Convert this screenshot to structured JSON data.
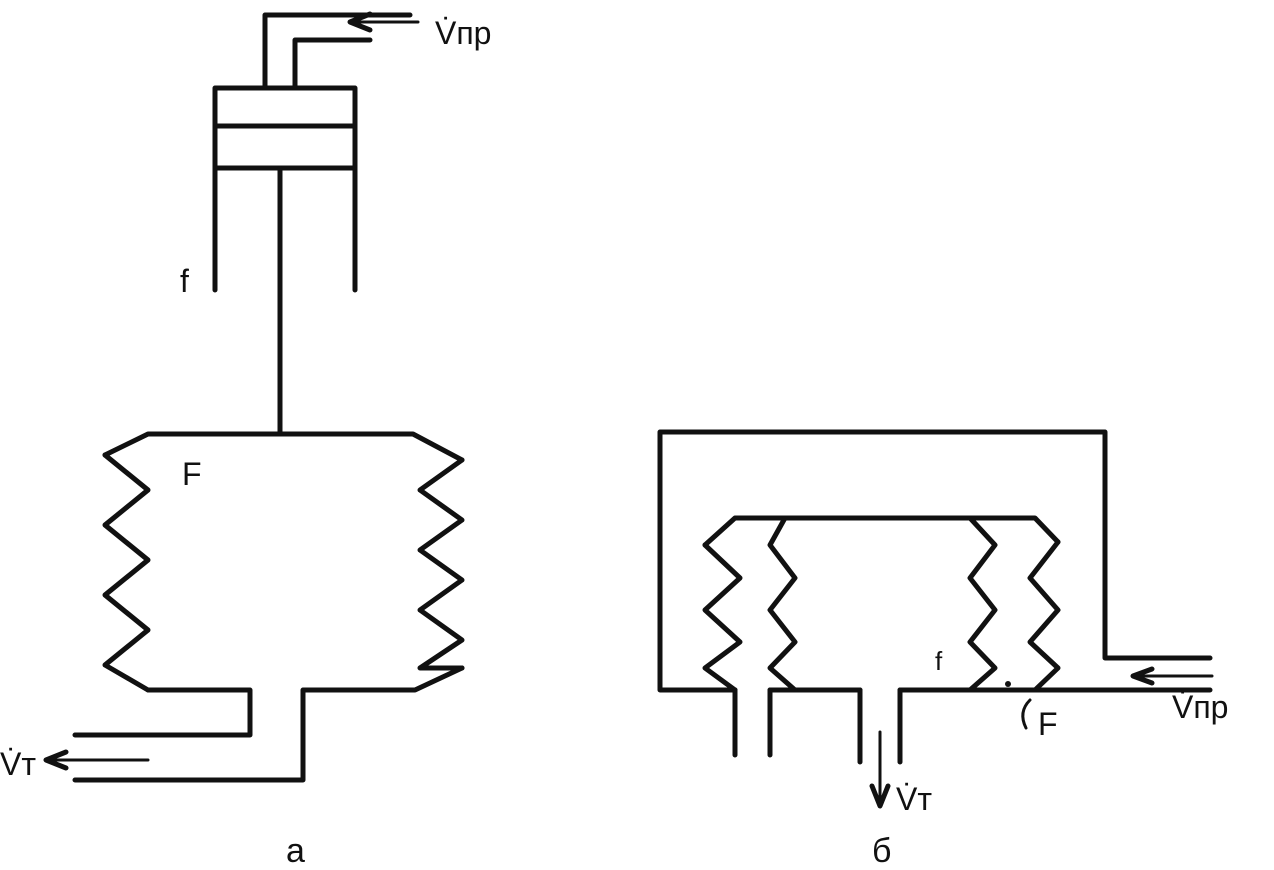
{
  "figure_a": {
    "caption": "а",
    "inflow_label": "V̇пр",
    "outflow_label": "V̇т",
    "small_area_label": "f",
    "large_area_label": "F"
  },
  "figure_b": {
    "caption": "б",
    "inflow_label": "V̇пр",
    "outflow_label": "V̇т",
    "small_area_label": "f",
    "large_area_label": "F"
  },
  "colors": {
    "ink": "#111111",
    "background": "#ffffff"
  }
}
